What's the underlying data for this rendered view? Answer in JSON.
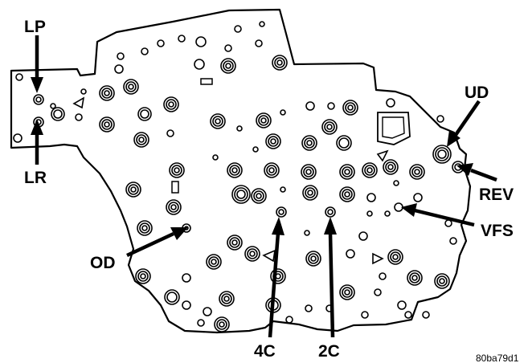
{
  "labels": {
    "lp": "LP",
    "lr": "LR",
    "ud": "UD",
    "rev": "REV",
    "vfs": "VFS",
    "od": "OD",
    "c4": "4C",
    "c2": "2C"
  },
  "figure_ref": "80ba79d1",
  "colors": {
    "ink": "#000000",
    "paper": "#ffffff"
  }
}
